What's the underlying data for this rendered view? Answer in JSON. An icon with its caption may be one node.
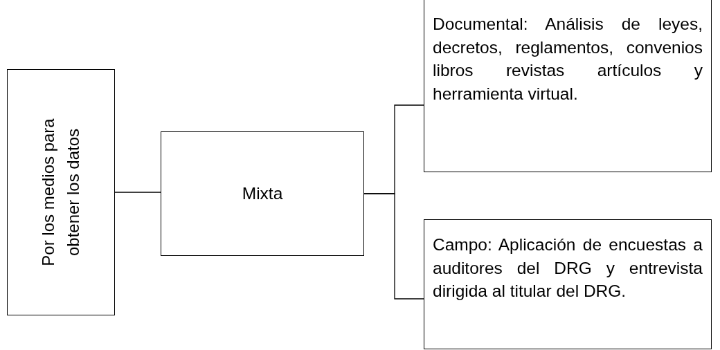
{
  "diagram": {
    "nodes": [
      {
        "text": [
          "Por los medios para obtener los datos"
        ]
      },
      {
        "text": [
          "Mixta"
        ]
      },
      {
        "text": [
          "Documental: Análisis de leyes, decretos, reglamentos, convenios libros revistas artículos y herramienta virtual."
        ]
      },
      {
        "text": [
          "Campo: Aplicación de encuestas a auditores del DRG y entrevista dirigida al titular del DRG."
        ]
      }
    ],
    "edges": [
      {
        "from": 0,
        "to": 1,
        "arrow": "none"
      },
      {
        "from": 1,
        "to": 2,
        "arrow": "none"
      },
      {
        "from": 1,
        "to": 3,
        "arrow": "none"
      }
    ]
  }
}
